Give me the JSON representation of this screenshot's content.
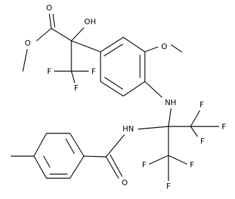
{
  "molecule": {
    "atoms": {
      "carbonyl_oxygen": "O",
      "ester_oxygen": "O",
      "hydroxyl": "OH",
      "methoxy_oxygen": "O",
      "amine_top": "NH",
      "amine_amide": "HN",
      "amide_oxygen": "O",
      "fluorine_1": "F",
      "fluorine_2": "F",
      "fluorine_3": "F",
      "fluorine_4": "F",
      "fluorine_5": "F",
      "fluorine_6": "F",
      "fluorine_7": "F",
      "fluorine_8": "F",
      "fluorine_9": "F"
    }
  }
}
